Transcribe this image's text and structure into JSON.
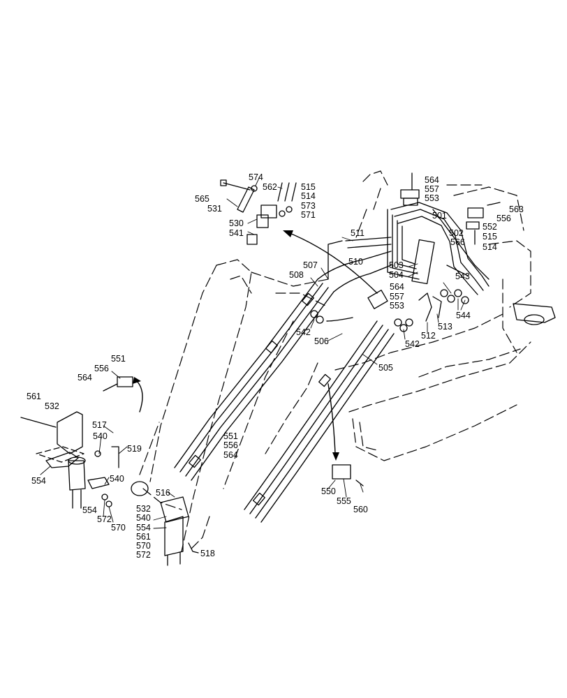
{
  "diagram": {
    "callouts": [
      "501",
      "502",
      "503",
      "504",
      "505",
      "506",
      "507",
      "508",
      "510",
      "511",
      "512",
      "513",
      "514",
      "515",
      "516",
      "517",
      "518",
      "519",
      "530",
      "531",
      "532",
      "540",
      "541",
      "542",
      "543",
      "544",
      "550",
      "551",
      "552",
      "553",
      "554",
      "555",
      "556",
      "557",
      "560",
      "561",
      "562",
      "563",
      "564",
      "565",
      "566",
      "570",
      "571",
      "572",
      "573",
      "574"
    ],
    "labels": [
      {
        "text": "574"
      },
      {
        "text": "562"
      },
      {
        "text": "515"
      },
      {
        "text": "514"
      },
      {
        "text": "573"
      },
      {
        "text": "571"
      },
      {
        "text": "565"
      },
      {
        "text": "531"
      },
      {
        "text": "530"
      },
      {
        "text": "541"
      },
      {
        "text": "564"
      },
      {
        "text": "557"
      },
      {
        "text": "553"
      },
      {
        "text": "563"
      },
      {
        "text": "556"
      },
      {
        "text": "501"
      },
      {
        "text": "552"
      },
      {
        "text": "502"
      },
      {
        "text": "515"
      },
      {
        "text": "566"
      },
      {
        "text": "514"
      },
      {
        "text": "511"
      },
      {
        "text": "510"
      },
      {
        "text": "503"
      },
      {
        "text": "504"
      },
      {
        "text": "507"
      },
      {
        "text": "508"
      },
      {
        "text": "564"
      },
      {
        "text": "557"
      },
      {
        "text": "553"
      },
      {
        "text": "543"
      },
      {
        "text": "544"
      },
      {
        "text": "512"
      },
      {
        "text": "513"
      },
      {
        "text": "542"
      },
      {
        "text": "542"
      },
      {
        "text": "506"
      },
      {
        "text": "505"
      },
      {
        "text": "551"
      },
      {
        "text": "556"
      },
      {
        "text": "564"
      },
      {
        "text": "561"
      },
      {
        "text": "532"
      },
      {
        "text": "517"
      },
      {
        "text": "540"
      },
      {
        "text": "519"
      },
      {
        "text": "554"
      },
      {
        "text": "540"
      },
      {
        "text": "554"
      },
      {
        "text": "572"
      },
      {
        "text": "570"
      },
      {
        "text": "551"
      },
      {
        "text": "556"
      },
      {
        "text": "564"
      },
      {
        "text": "516"
      },
      {
        "text": "532"
      },
      {
        "text": "540"
      },
      {
        "text": "554"
      },
      {
        "text": "561"
      },
      {
        "text": "570"
      },
      {
        "text": "572"
      },
      {
        "text": "518"
      },
      {
        "text": "550"
      },
      {
        "text": "555"
      },
      {
        "text": "560"
      }
    ]
  }
}
